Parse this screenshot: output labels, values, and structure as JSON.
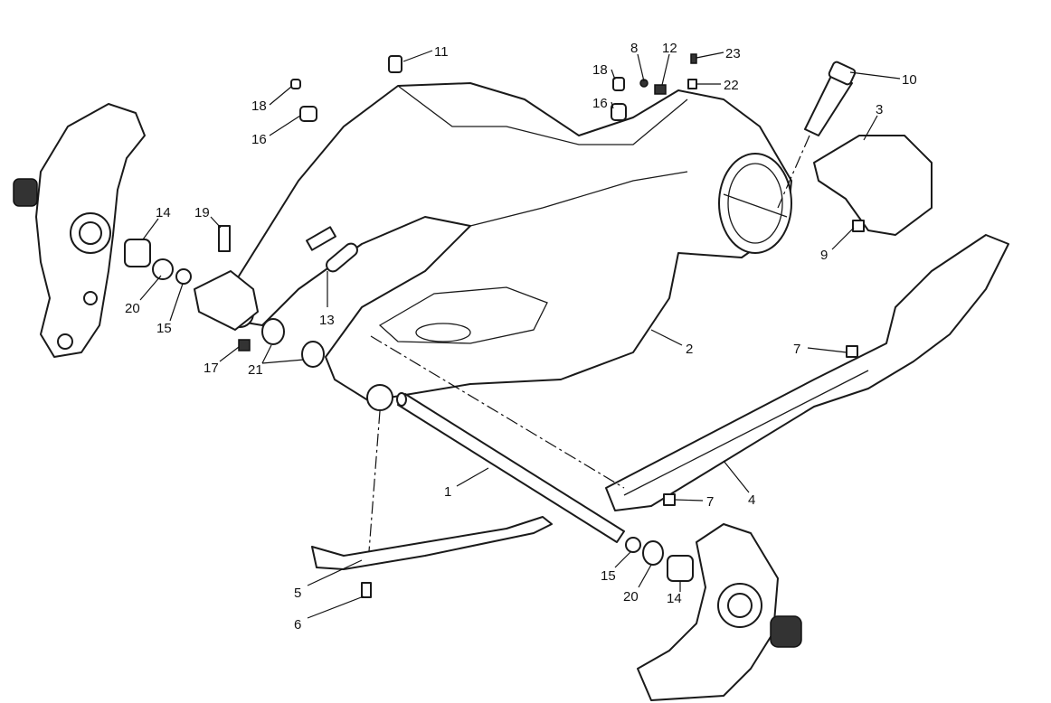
{
  "diagram": {
    "type": "exploded-parts",
    "callouts": [
      "11",
      "8",
      "12",
      "23",
      "18",
      "22",
      "10",
      "18",
      "16",
      "16",
      "3",
      "14",
      "19",
      "9",
      "20",
      "15",
      "13",
      "2",
      "7",
      "17",
      "21",
      "1",
      "7",
      "4",
      "5",
      "15",
      "20",
      "14",
      "6"
    ]
  }
}
